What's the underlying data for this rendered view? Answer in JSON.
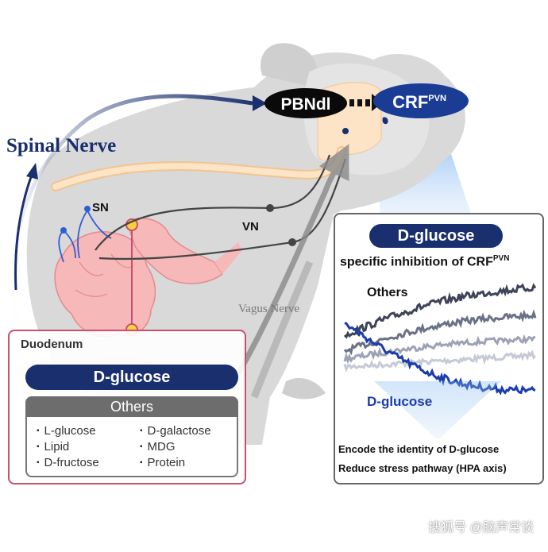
{
  "labels": {
    "spinal_nerve": "Spinal Nerve",
    "pbndl": "PBNdl",
    "crf_main": "CRF",
    "crf_sup": "PVN",
    "sn": "SN",
    "vn": "VN",
    "vagus_nerve": "Vagus Nerve"
  },
  "duodenum": {
    "title": "Duodenum",
    "dglucose": "D-glucose",
    "others_header": "Others",
    "left_items": [
      "L-glucose",
      "Lipid",
      "D-fructose"
    ],
    "right_items": [
      "D-galactose",
      "MDG",
      "Protein"
    ]
  },
  "panel": {
    "dglucose": "D-glucose",
    "subtitle_main": "specific inhibition of CRF",
    "subtitle_sup": "PVN",
    "others_label": "Others",
    "dglucose_trace_label": "D-glucose",
    "encode": "Encode the identity of D-glucose",
    "reduce": "Reduce stress  pathway (HPA axis)"
  },
  "watermark": "搜狐号 @脑声常谈",
  "colors": {
    "navy": "#1a2f6e",
    "pink_frame": "#c8506e",
    "trace_dglucose": "#1a3cae",
    "trace_others": [
      "#3d4458",
      "#6a7186",
      "#9ca2b6",
      "#c6c9d6"
    ]
  }
}
